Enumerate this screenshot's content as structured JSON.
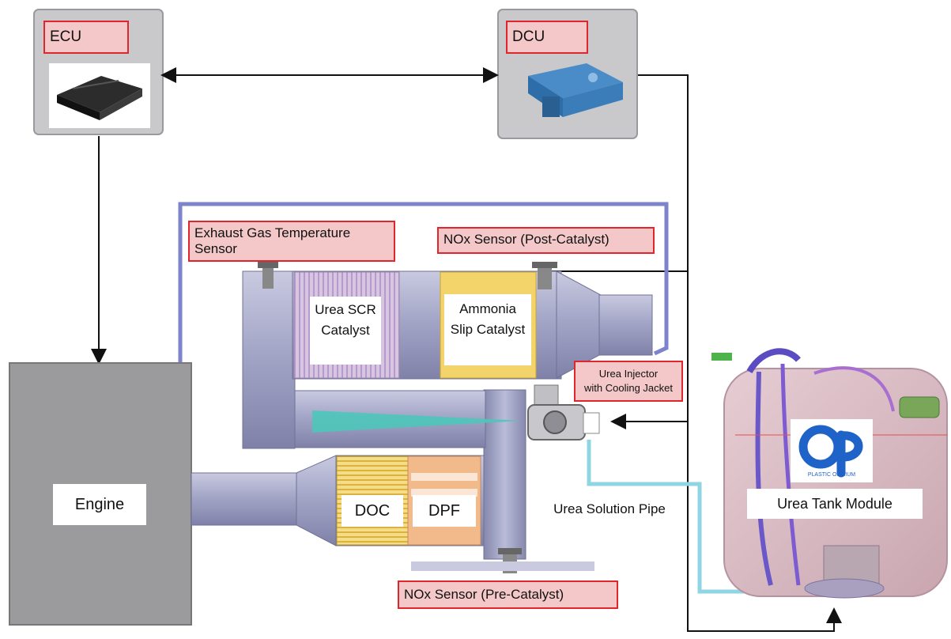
{
  "labels": {
    "ecu": "ECU",
    "dcu": "DCU",
    "egt_sensor": "Exhaust Gas Temperature Sensor",
    "nox_post": "NOx Sensor (Post-Catalyst)",
    "urea_scr": "Urea SCR Catalyst",
    "ammonia_slip": "Ammonia Slip Catalyst",
    "injector_line1": "Urea Injector",
    "injector_line2": "with Cooling Jacket",
    "engine": "Engine",
    "doc": "DOC",
    "dpf": "DPF",
    "urea_pipe": "Urea Solution Pipe",
    "urea_tank": "Urea Tank Module",
    "nox_pre": "NOx Sensor (Pre-Catalyst)",
    "logo_text": "PLASTIC OMNIUM"
  },
  "colors": {
    "control_box": "#c9c9cc",
    "engine_gray": "#9b9b9e",
    "exhaust_pipe": "#a7a8c8",
    "harness_blue": "#7d83cc",
    "label_fill": "#f4c8c8",
    "label_border": "#e0262c",
    "doc_yellow": "#f3d46b",
    "dpf_orange": "#f2b98a",
    "scr_violet": "#c8b5d8",
    "spray_teal": "#4cc7b9",
    "tank_pink": "#d8b8c0",
    "logo_blue": "#1f63c8"
  }
}
